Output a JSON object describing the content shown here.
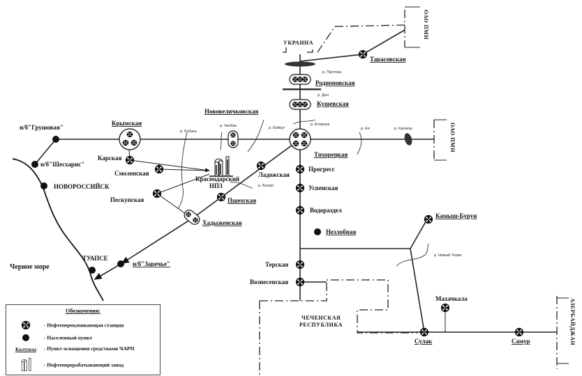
{
  "map": {
    "type": "pipeline-schematic",
    "regions": {
      "ukraine": "УКРАИНА",
      "chechnya_line1": "ЧЕЧЕНСКАЯ",
      "chechnya_line2": "РЕСПУБЛИКА",
      "ooo_pmn_top": "ОАО ПМН",
      "ooo_pmn_mid": "ОАО ПМН",
      "azerbaijan": "АЗЕРБАЙДЖАН",
      "black_sea": "Черное море"
    },
    "stations": {
      "tarasovskaya": "Тарасовская",
      "rodionovskaya": "Родионовская",
      "kushchevskaya": "Кущевская",
      "novovelichkovskaya": "Нововеличковская",
      "tikhoretskaya": "Тихорецкая",
      "krymskaya": "Крымская",
      "karskaya": "Карская",
      "smolenskaya": "Смоленская",
      "peskupskaya": "Пескупская",
      "khadyzhenskaya": "Хадыженская",
      "ladozhskaya": "Ладожская",
      "pshekhskaya": "Пшехская",
      "progress": "Прогресс",
      "uspenskaya": "Успенская",
      "vodorazdel": "Водораздел",
      "nezlobnaya": "Незлобная",
      "kamysh_burun": "Камыш-Бурун",
      "terskaya": "Терская",
      "voznesenskaya": "Вознесенская",
      "makhachkala": "Махачкала",
      "sulak": "Сулак",
      "samur": "Самур"
    },
    "terminals": {
      "grushovaya": "н/б\"Грушовая\"",
      "sheskharis": "н/б\"Шесхарис\"",
      "zarechye": "н/б\"Заречье\""
    },
    "cities": {
      "novorossiysk": "НОВОРОССИЙСК",
      "tuapse": "ТУАПСЕ"
    },
    "refinery": {
      "line1": "Краснодарский",
      "line2": "НПЗ"
    },
    "rivers": {
      "protoka": "р. Протока",
      "don": "р. Дон",
      "beysug": "р. Бейсуг",
      "chelbas": "р. Челбас",
      "kuban": "р. Кубань",
      "yeya": "р. Ея",
      "kalaly": "р. Калалы",
      "belaya": "р. Белая",
      "ea_upper": "р. Егорлык",
      "novy_terek": "р. Новый Терек"
    }
  },
  "legend": {
    "title": "Обозначения:",
    "items": [
      {
        "symbol": "pump-station-icon",
        "label": "- Нефтеперекачивающая станция"
      },
      {
        "symbol": "settlement-icon",
        "label": "- Населенный пункт"
      },
      {
        "symbol_text": "Калтасы",
        "label": "- Пункт оснащения средствами ЧАРП"
      },
      {
        "symbol": "refinery-icon",
        "label": "- Нефтеперерабатывающий завод"
      }
    ]
  }
}
